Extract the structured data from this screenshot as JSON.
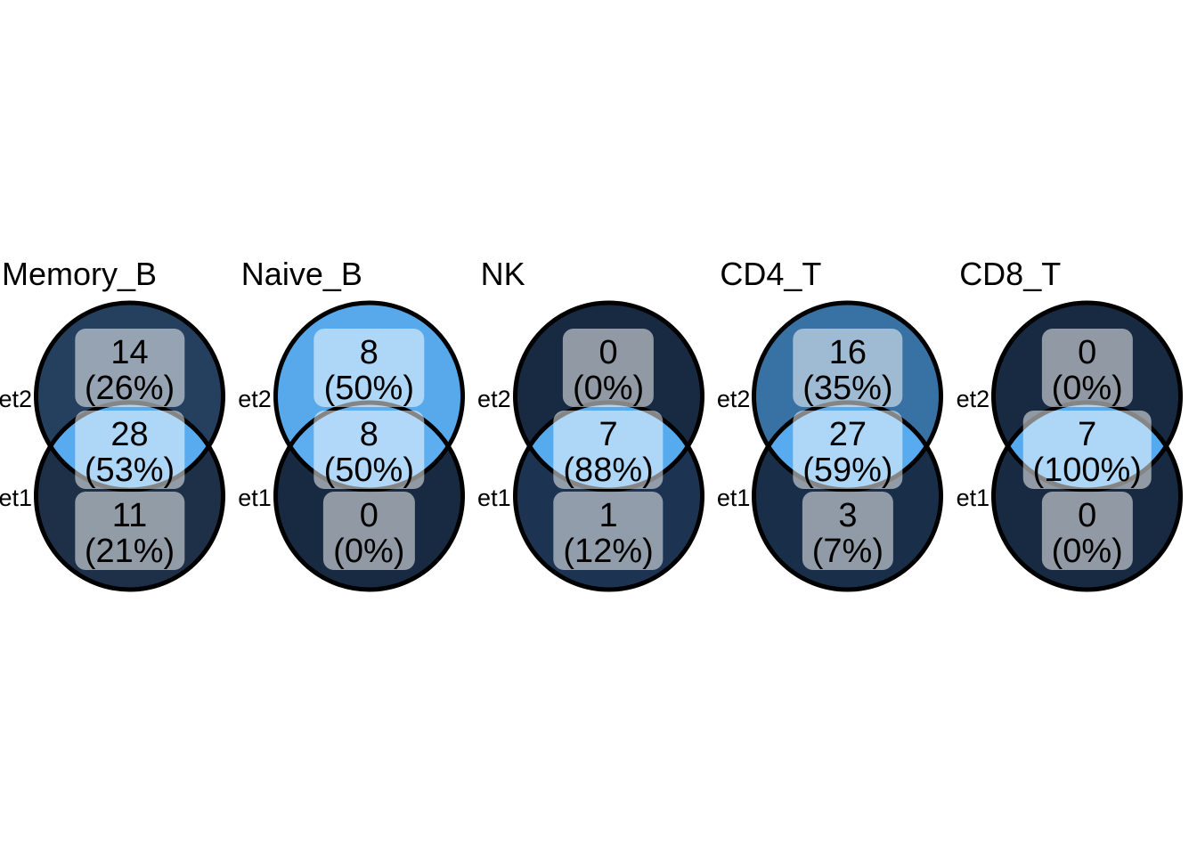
{
  "styles": {
    "background": "#ffffff",
    "circle_stroke": "#000000",
    "label_box_bg": "rgba(255,255,255,0.52)",
    "text_color": "#000000"
  },
  "chart_data": {
    "type": "venn",
    "layout": "five pairwise two-set Venn diagrams in a row; top circle = Set2, bottom circle = Set1; region shade scales dark navy (low %) to bright blue (high %)",
    "set_labels": {
      "top": "et2",
      "bottom": "et1"
    },
    "panels": [
      {
        "title": "Memory_B",
        "regions": {
          "top": {
            "count": "14",
            "pct": "(26%)",
            "fill": "#24405e"
          },
          "overlap": {
            "count": "28",
            "pct": "(53%)",
            "fill": "#57abee"
          },
          "bottom": {
            "count": "11",
            "pct": "(21%)",
            "fill": "#1d3048"
          }
        }
      },
      {
        "title": "Naive_B",
        "regions": {
          "top": {
            "count": "8",
            "pct": "(50%)",
            "fill": "#57a9ec"
          },
          "overlap": {
            "count": "8",
            "pct": "(50%)",
            "fill": "#5caef0"
          },
          "bottom": {
            "count": "0",
            "pct": "(0%)",
            "fill": "#172a42"
          }
        }
      },
      {
        "title": "NK",
        "regions": {
          "top": {
            "count": "0",
            "pct": "(0%)",
            "fill": "#172a42"
          },
          "overlap": {
            "count": "7",
            "pct": "(88%)",
            "fill": "#56aaee"
          },
          "bottom": {
            "count": "1",
            "pct": "(12%)",
            "fill": "#1c3452"
          }
        }
      },
      {
        "title": "CD4_T",
        "regions": {
          "top": {
            "count": "16",
            "pct": "(35%)",
            "fill": "#3871a4"
          },
          "overlap": {
            "count": "27",
            "pct": "(59%)",
            "fill": "#57abee"
          },
          "bottom": {
            "count": "3",
            "pct": "(7%)",
            "fill": "#192e49"
          }
        }
      },
      {
        "title": "CD8_T",
        "regions": {
          "top": {
            "count": "0",
            "pct": "(0%)",
            "fill": "#172a42"
          },
          "overlap": {
            "count": "7",
            "pct": "(100%)",
            "fill": "#55aaef"
          },
          "bottom": {
            "count": "0",
            "pct": "(0%)",
            "fill": "#172a42"
          }
        }
      }
    ]
  }
}
